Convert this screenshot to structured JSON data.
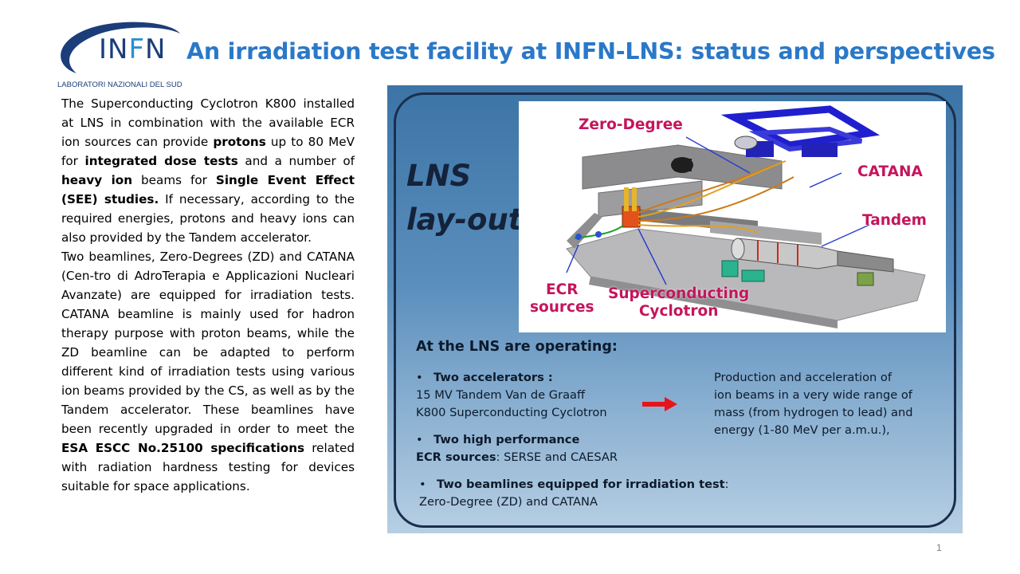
{
  "logo": {
    "text_1": "IN",
    "text_2": "F",
    "text_3": "N",
    "subtitle": "LABORATORI NAZIONALI DEL SUD"
  },
  "title": "An irradiation test facility at INFN-LNS: status and perspectives",
  "body": {
    "p1": [
      {
        "t": "The Superconducting Cyclotron K800 installed at LNS in combination with the available ECR ion sources can provide ",
        "b": false
      },
      {
        "t": "protons",
        "b": true
      },
      {
        "t": " up to 80 MeV for ",
        "b": false
      },
      {
        "t": "integrated dose tests",
        "b": true
      },
      {
        "t": " and a number of ",
        "b": false
      },
      {
        "t": "heavy ion",
        "b": true
      },
      {
        "t": " beams for ",
        "b": false
      },
      {
        "t": "Single Event Effect (SEE) studies.",
        "b": true
      },
      {
        "t": " If necessary, according to the required energies, protons and heavy ions can also provided by the Tandem accelerator.",
        "b": false
      }
    ],
    "p2": [
      {
        "t": "Two beamlines, Zero-Degrees (ZD) and CATANA (Cen-tro di AdroTerapia e Applicazioni Nucleari Avanzate) are equipped for irradiation tests. CATANA beamline is mainly used for hadron therapy purpose with proton beams, while the ZD beamline can be adapted to perform different kind of irradiation tests using various ion beams provided by the CS, as well as by the Tandem accelerator. These beamlines have been recently upgraded in order to meet the ",
        "b": false
      },
      {
        "t": "ESA ESCC No.25100 specifications",
        "b": true
      },
      {
        "t": " related with radiation hardness testing for devices suitable for space applications.",
        "b": false
      }
    ]
  },
  "panel": {
    "layout_title_1": "LNS",
    "layout_title_2": "lay-out",
    "labels": {
      "zero_degree": "Zero-Degree",
      "catana": "CATANA",
      "tandem": "Tandem",
      "ecr_1": "ECR",
      "ecr_2": "sources",
      "sc_1": "Superconducting",
      "sc_2": "Cyclotron"
    },
    "ops_title": "At the LNS are operating:",
    "bullet_1": {
      "bold": "Two accelerators",
      "rest": " :",
      "line2": "15 MV Tandem Van de Graaff",
      "line3": "K800 Superconducting Cyclotron"
    },
    "bullet_2": {
      "bold": "Two high performance",
      "line2_bold": "ECR sources",
      "line2_rest": ": SERSE and CAESAR"
    },
    "bullet_3": {
      "bold": "Two beamlines equipped for irradiation test",
      "rest": ":",
      "line2": "Zero-Degree (ZD) and CATANA"
    },
    "bullet_char": "•",
    "production": [
      "Production and acceleration of",
      "ion beams in a very wide range of",
      "mass (from hydrogen to lead) and",
      "energy (1-80 MeV per a.m.u.),"
    ]
  },
  "page_number": "1",
  "colors": {
    "title": "#2a78c8",
    "label": "#c4155d",
    "arrow": "#e8141c",
    "panel_top": "#3c74a6",
    "panel_bottom": "#b7cfe3"
  }
}
